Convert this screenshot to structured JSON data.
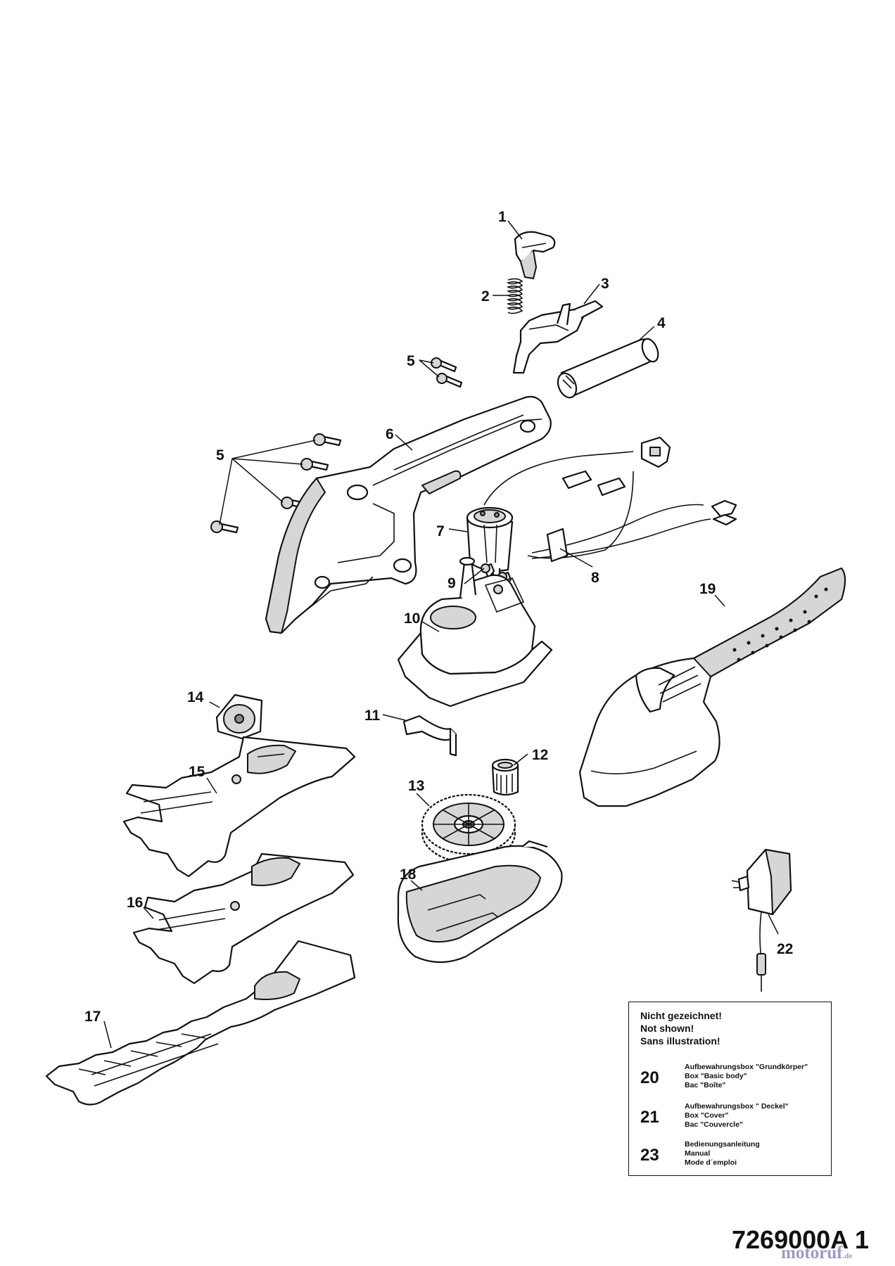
{
  "callouts": [
    {
      "id": "1",
      "label": "1"
    },
    {
      "id": "2",
      "label": "2"
    },
    {
      "id": "3",
      "label": "3"
    },
    {
      "id": "4",
      "label": "4"
    },
    {
      "id": "5a",
      "label": "5"
    },
    {
      "id": "5b",
      "label": "5"
    },
    {
      "id": "6",
      "label": "6"
    },
    {
      "id": "7",
      "label": "7"
    },
    {
      "id": "8",
      "label": "8"
    },
    {
      "id": "9",
      "label": "9"
    },
    {
      "id": "10",
      "label": "10"
    },
    {
      "id": "11",
      "label": "11"
    },
    {
      "id": "12",
      "label": "12"
    },
    {
      "id": "13",
      "label": "13"
    },
    {
      "id": "14",
      "label": "14"
    },
    {
      "id": "15",
      "label": "15"
    },
    {
      "id": "16",
      "label": "16"
    },
    {
      "id": "17",
      "label": "17"
    },
    {
      "id": "18",
      "label": "18"
    },
    {
      "id": "19",
      "label": "19"
    },
    {
      "id": "22",
      "label": "22"
    }
  ],
  "legend": {
    "header": [
      "Nicht gezeichnet!",
      "Not shown!",
      "Sans illustration!"
    ],
    "items": [
      {
        "number": "20",
        "lines": [
          "Aufbewahrungsbox \"Grundkörper\"",
          "Box \"Basic body\"",
          "Bac \"Boîte\""
        ]
      },
      {
        "number": "21",
        "lines": [
          "Aufbewahrungsbox \" Deckel\"",
          "Box \"Cover\"",
          "Bac \"Couvercle\""
        ]
      },
      {
        "number": "23",
        "lines": [
          "Bedienungsanleitung",
          "Manual",
          "Mode d´emploi"
        ]
      }
    ]
  },
  "drawing_number": "7269000A 1",
  "watermark": {
    "main": "motoruf",
    "tld": ".de",
    "color": "#8c8ab8"
  }
}
